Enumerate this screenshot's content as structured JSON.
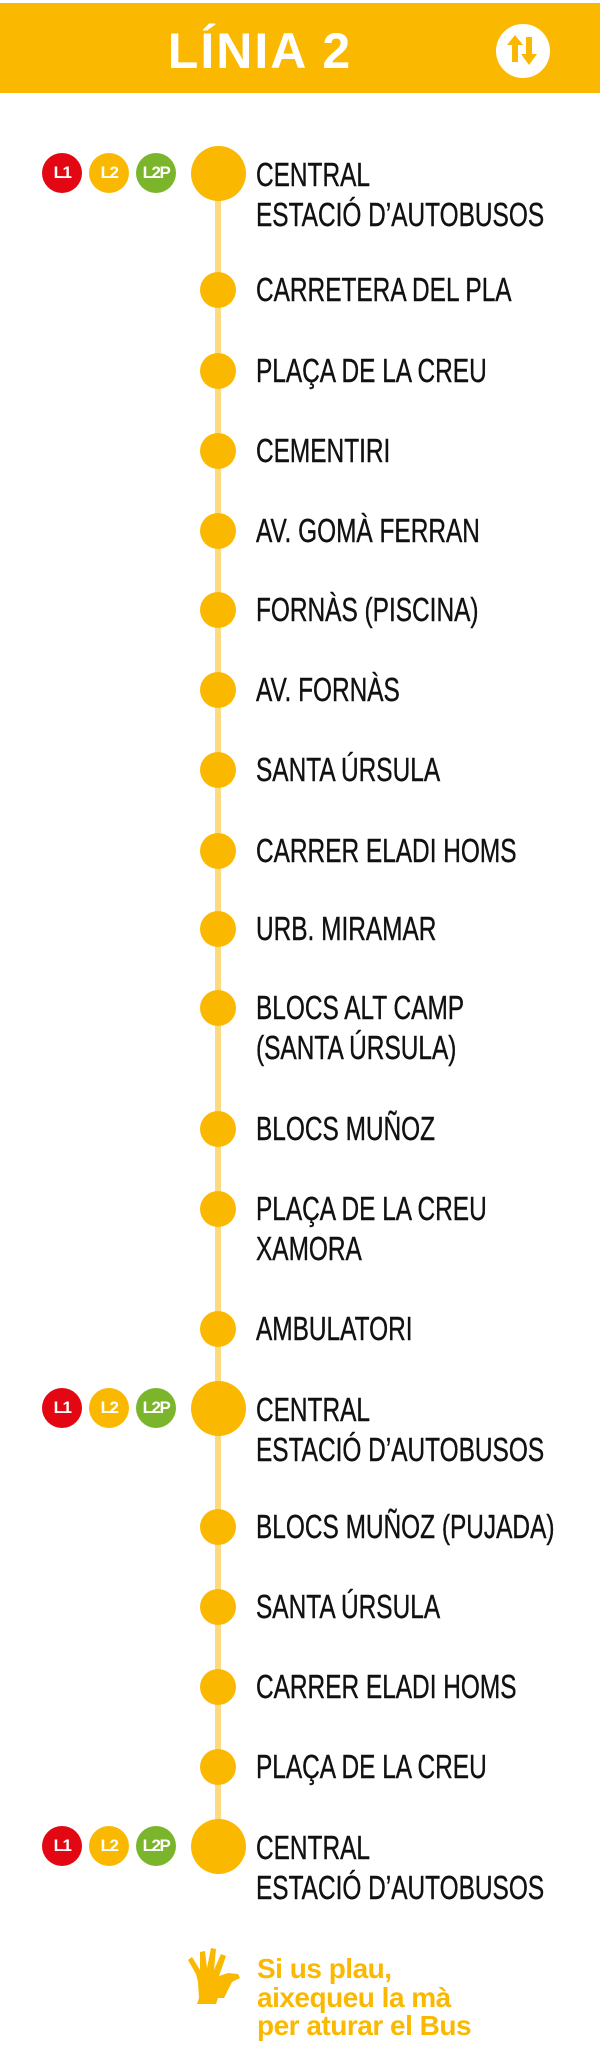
{
  "header": {
    "title": "LÍNIA 2",
    "direction_icon": "up-down-arrows-icon"
  },
  "colors": {
    "brand": "#fab900",
    "line": "#fcdb80",
    "l1": "#e30613",
    "l2": "#fab900",
    "l2p": "#7ab52b"
  },
  "connections": [
    "L1",
    "L2",
    "L2P"
  ],
  "stops": [
    {
      "lines": [
        "CENTRAL",
        "ESTACIÓ D’AUTOBUSOS"
      ],
      "hub": true
    },
    {
      "lines": [
        "CARRETERA DEL PLA"
      ],
      "hub": false
    },
    {
      "lines": [
        "PLAÇA DE LA CREU"
      ],
      "hub": false
    },
    {
      "lines": [
        "CEMENTIRI"
      ],
      "hub": false
    },
    {
      "lines": [
        "AV. GOMÀ FERRAN"
      ],
      "hub": false
    },
    {
      "lines": [
        "FORNÀS (PISCINA)"
      ],
      "hub": false
    },
    {
      "lines": [
        "AV. FORNÀS"
      ],
      "hub": false
    },
    {
      "lines": [
        "SANTA ÚRSULA"
      ],
      "hub": false
    },
    {
      "lines": [
        "CARRER ELADI HOMS"
      ],
      "hub": false
    },
    {
      "lines": [
        "URB. MIRAMAR"
      ],
      "hub": false
    },
    {
      "lines": [
        "BLOCS ALT CAMP",
        "(SANTA ÚRSULA)"
      ],
      "hub": false
    },
    {
      "lines": [
        "BLOCS MUÑOZ"
      ],
      "hub": false
    },
    {
      "lines": [
        "PLAÇA DE LA CREU",
        "XAMORA"
      ],
      "hub": false
    },
    {
      "lines": [
        "AMBULATORI"
      ],
      "hub": false
    },
    {
      "lines": [
        "CENTRAL",
        "ESTACIÓ D’AUTOBUSOS"
      ],
      "hub": true
    },
    {
      "lines": [
        "BLOCS MUÑOZ (PUJADA)"
      ],
      "hub": false
    },
    {
      "lines": [
        "SANTA ÚRSULA"
      ],
      "hub": false
    },
    {
      "lines": [
        "CARRER ELADI HOMS"
      ],
      "hub": false
    },
    {
      "lines": [
        "PLAÇA DE LA CREU"
      ],
      "hub": false
    },
    {
      "lines": [
        "CENTRAL",
        "ESTACIÓ D’AUTOBUSOS"
      ],
      "hub": true
    }
  ],
  "notice": {
    "icon": "raised-hand-icon",
    "lines": [
      "Si us plau,",
      "aixequeu la mà",
      "per aturar el Bus"
    ]
  }
}
